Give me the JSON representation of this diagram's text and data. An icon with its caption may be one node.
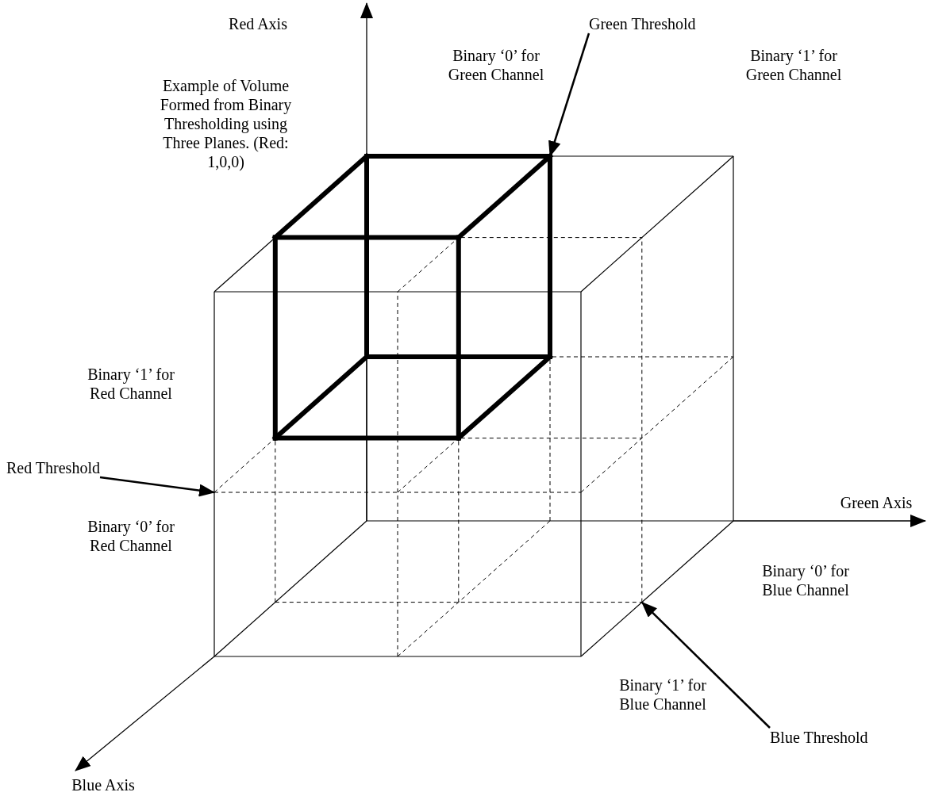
{
  "diagram": {
    "nodes": [
      {
        "text": [
          "Green Threshold"
        ]
      },
      {
        "text": [
          "Red Threshold"
        ]
      },
      {
        "text": [
          "Blue Threshold"
        ]
      }
    ],
    "edges": [
      {
        "from": 0,
        "to": null,
        "arrow": "to"
      },
      {
        "from": 1,
        "to": null,
        "arrow": "to"
      },
      {
        "from": 2,
        "to": null,
        "arrow": "to"
      }
    ],
    "labels": [
      "Red Axis",
      "Binary ‘0’ for Green Channel",
      "Binary ‘1’ for Green Channel",
      "Example of Volume Formed from Binary Thresholding using Three Planes. (Red: 1,0,0)",
      "Binary ‘1’ for Red Channel",
      "Binary ‘0’ for Red Channel",
      "Green Axis",
      "Binary ‘0’ for Blue Channel",
      "Binary ‘1’ for Blue Channel",
      "Blue Axis"
    ]
  }
}
